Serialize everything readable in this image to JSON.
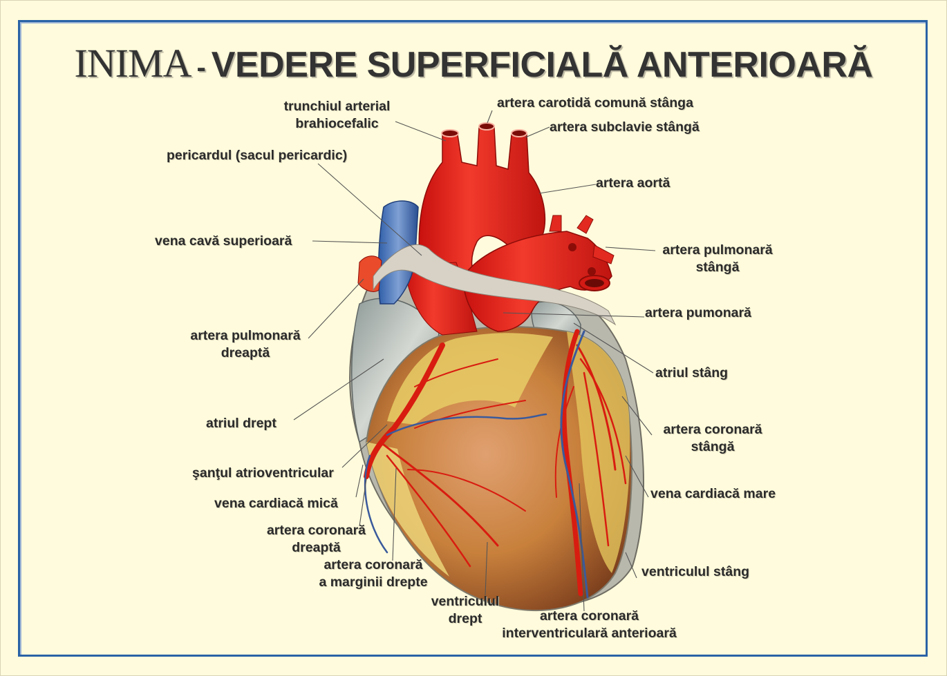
{
  "poster": {
    "title_part1": "INIMA",
    "title_sep": "-",
    "title_part2": "VEDERE SUPERFICIALĂ ANTERIOARĂ",
    "colors": {
      "background": "#fffbdc",
      "frame": "#2a62a6",
      "text": "#2b2b2b",
      "artery_red": "#e8201c",
      "vein_blue": "#3d6fb8",
      "fat_yellow": "#e9cf6a",
      "pericardium_grey": "#c9c7bd"
    }
  },
  "labels": {
    "trunchiul": {
      "line1": "trunchiul arterial",
      "line2": "brahiocefalic"
    },
    "carotida": {
      "line1": "artera carotidă comună stânga"
    },
    "subclavie": {
      "line1": "artera subclavie stângă"
    },
    "pericardul": {
      "line1": "pericardul (sacul pericardic)"
    },
    "aorta": {
      "line1": "artera aortă"
    },
    "vena_cava": {
      "line1": "vena cavă superioară"
    },
    "pulm_stanga": {
      "line1": "artera pulmonară",
      "line2": "stângă"
    },
    "pumonara": {
      "line1": "artera pumonară"
    },
    "pulm_dreapta": {
      "line1": "artera pulmonară",
      "line2": "dreaptă"
    },
    "atriul_stang": {
      "line1": "atriul stâng"
    },
    "atriul_drept": {
      "line1": "atriul drept"
    },
    "coronara_stanga": {
      "line1": "artera coronară",
      "line2": "stângă"
    },
    "santul": {
      "line1": "şanţul atrioventricular"
    },
    "vena_mare": {
      "line1": "vena cardiacă mare"
    },
    "vena_mica": {
      "line1": "vena cardiacă mică"
    },
    "coronara_dreapta": {
      "line1": "artera coronară",
      "line2": "dreaptă"
    },
    "ventricul_stang": {
      "line1": "ventriculul stâng"
    },
    "marginii": {
      "line1": "artera coronară",
      "line2": "a marginii drepte"
    },
    "ventricul_drept": {
      "line1": "ventriculul",
      "line2": "drept"
    },
    "interventriculara": {
      "line1": "artera coronară",
      "line2": "interventriculară anterioară"
    }
  }
}
